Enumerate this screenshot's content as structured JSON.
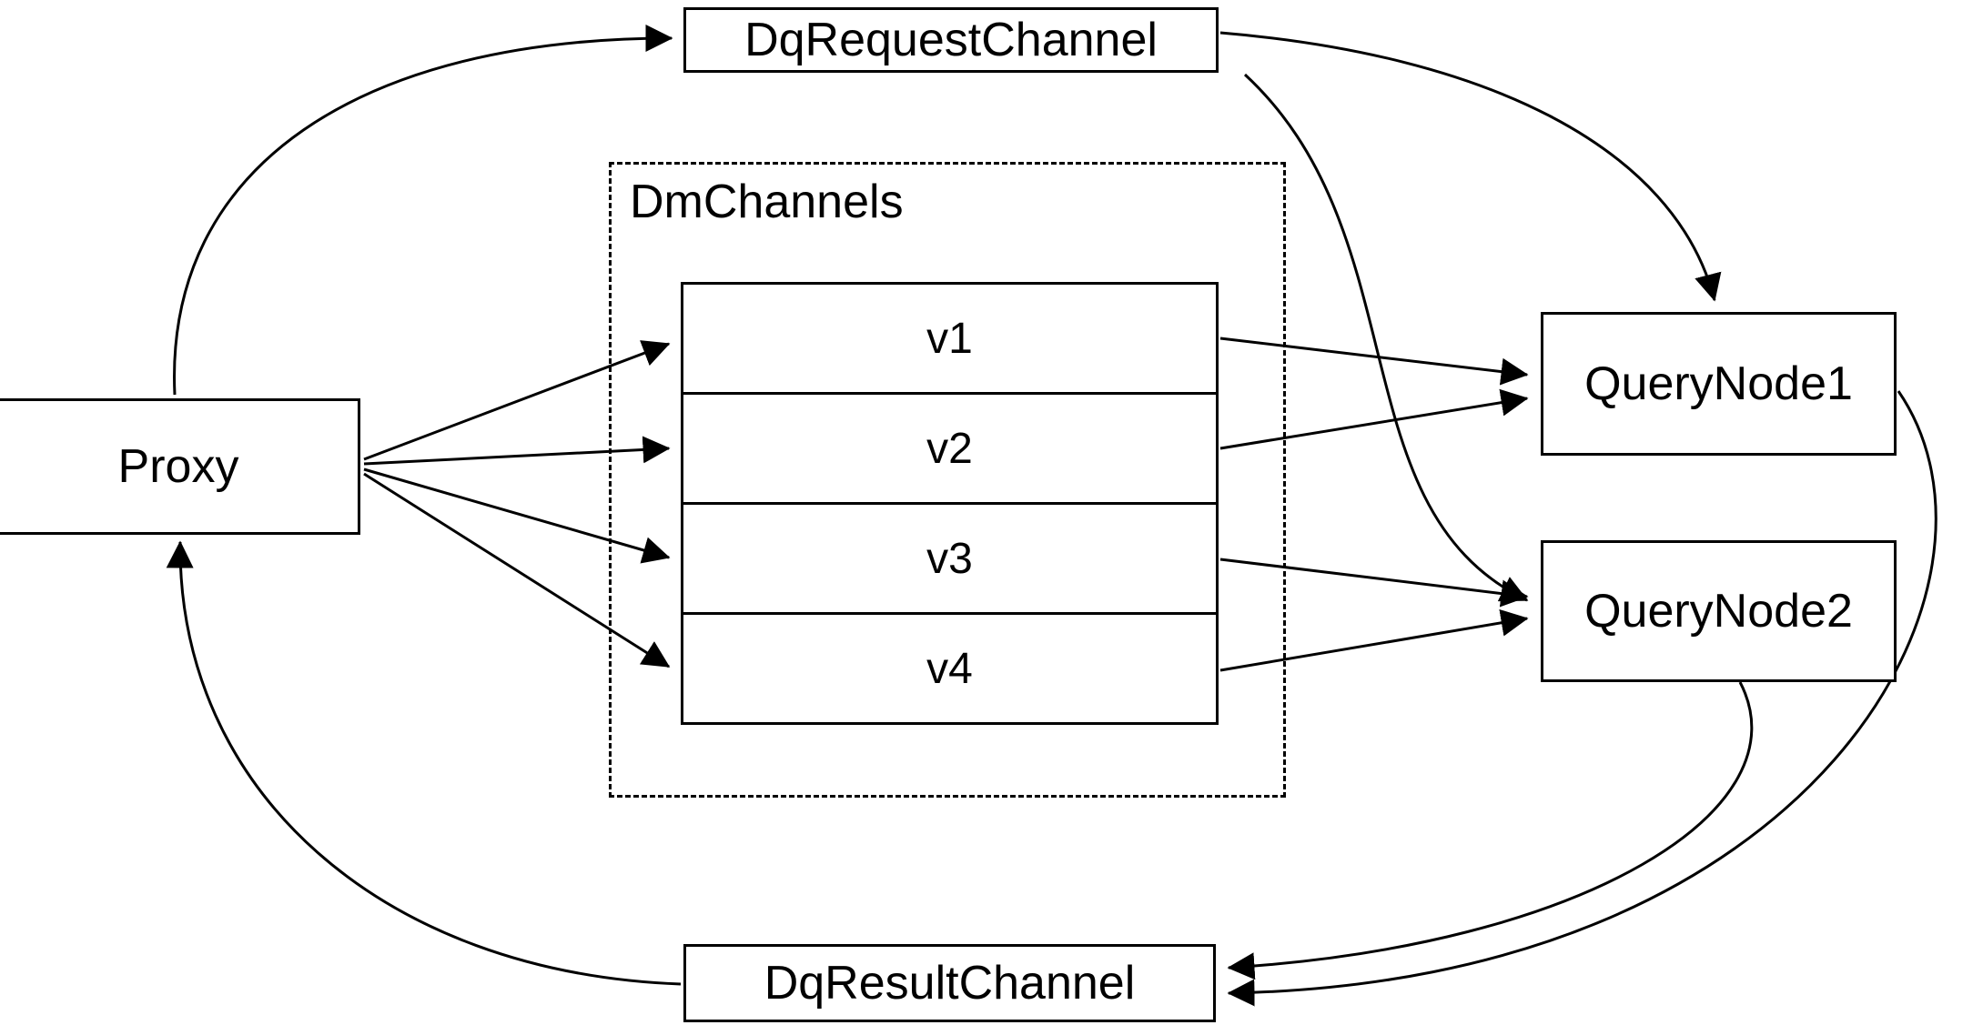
{
  "diagram": {
    "nodes": {
      "proxy": {
        "label": "Proxy"
      },
      "dq_request_channel": {
        "label": "DqRequestChannel"
      },
      "dm_channels": {
        "label": "DmChannels",
        "channels": [
          {
            "label": "v1"
          },
          {
            "label": "v2"
          },
          {
            "label": "v3"
          },
          {
            "label": "v4"
          }
        ]
      },
      "query_node_1": {
        "label": "QueryNode1"
      },
      "query_node_2": {
        "label": "QueryNode2"
      },
      "dq_result_channel": {
        "label": "DqResultChannel"
      }
    },
    "edges": [
      {
        "from": "Proxy",
        "to": "DqRequestChannel"
      },
      {
        "from": "DqRequestChannel",
        "to": "QueryNode1"
      },
      {
        "from": "DqRequestChannel",
        "to": "QueryNode2"
      },
      {
        "from": "Proxy",
        "to": "v1"
      },
      {
        "from": "Proxy",
        "to": "v2"
      },
      {
        "from": "Proxy",
        "to": "v3"
      },
      {
        "from": "Proxy",
        "to": "v4"
      },
      {
        "from": "v1",
        "to": "QueryNode1"
      },
      {
        "from": "v2",
        "to": "QueryNode1"
      },
      {
        "from": "v3",
        "to": "QueryNode2"
      },
      {
        "from": "v4",
        "to": "QueryNode2"
      },
      {
        "from": "QueryNode1",
        "to": "DqResultChannel"
      },
      {
        "from": "QueryNode2",
        "to": "DqResultChannel"
      },
      {
        "from": "DqResultChannel",
        "to": "Proxy"
      }
    ],
    "colors": {
      "stroke": "#000000",
      "background": "#ffffff"
    }
  }
}
